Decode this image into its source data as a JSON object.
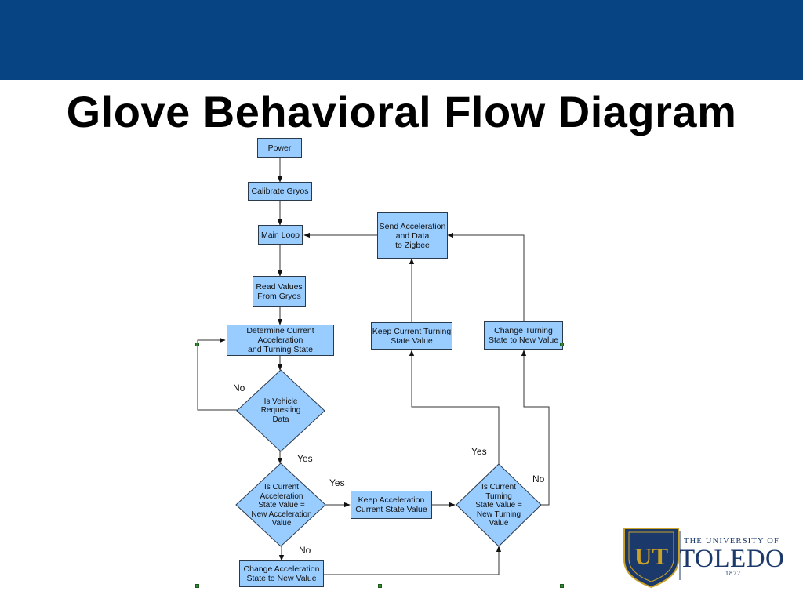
{
  "slide": {
    "title": "Glove Behavioral Flow Diagram"
  },
  "flow": {
    "nodes": {
      "power": "Power",
      "calibrate": "Calibrate Gryos",
      "main_loop": "Main Loop",
      "read_values": "Read Values\nFrom Gryos",
      "determine_state": "Determine Current\nAcceleration\nand Turning State",
      "is_vehicle_requesting": "Is Vehicle\nRequesting\nData",
      "is_accel_equal": "Is Current\nAcceleration\nState Value =\nNew Acceleration\nValue",
      "keep_accel": "Keep Acceleration\nCurrent State Value",
      "change_accel": "Change Acceleration\nState to New Value",
      "is_turning_equal": "Is Current\nTurning\nState Value =\nNew Turning\nValue",
      "keep_turning": "Keep Current Turning\nState Value",
      "change_turning": "Change Turning\nState to New Value",
      "send_data": "Send Acceleration\nand Data\nto Zigbee"
    },
    "edge_labels": {
      "no_requesting": "No",
      "yes_requesting": "Yes",
      "yes_accel": "Yes",
      "no_accel": "No",
      "yes_turning": "Yes",
      "no_turning": "No"
    }
  },
  "logo": {
    "monogram": "UT",
    "line1": "THE UNIVERSITY OF",
    "line2": "TOLEDO",
    "year": "1872"
  },
  "colors": {
    "header_band": "#074483",
    "node_fill": "#99ccff",
    "logo_navy": "#1b3a6b",
    "logo_gold": "#c9a227"
  }
}
